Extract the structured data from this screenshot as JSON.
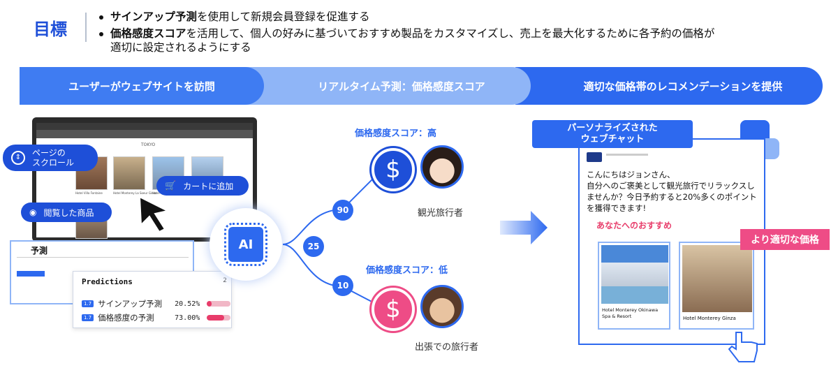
{
  "header": {
    "goal": "目標",
    "bullet1_bold": "サインアップ予測",
    "bullet1_rest": "を使用して新規会員登録を促進する",
    "bullet2_bold": "価格感度スコア",
    "bullet2_rest": "を活用して、個人の好みに基づいておすすめ製品をカスタマイズし、売上を最大化するために各予約の価格が",
    "bullet2_line2": "適切に設定されるようにする"
  },
  "flow": {
    "step1": "ユーザーがウェブサイトを訪問",
    "step2": "リアルタイム予測：価格感度スコア",
    "step3": "適切な価格帯のレコメンデーションを提供"
  },
  "website": {
    "city": "TOKYO",
    "pill_scroll": "ページの\nスクロール",
    "pill_cart": "カートに追加",
    "pill_viewed": "閲覧した商品",
    "hotel_labels": [
      "Hotel Villa Fontaine",
      "Hotel Monterey La Soeur Ginza",
      "Hotel Tokyo"
    ]
  },
  "predictions_panel": {
    "title": "予測",
    "card_title": "Predictions",
    "card_badge": "2",
    "rows": [
      {
        "tag": "1.7",
        "label": "サインアップ予測",
        "value": "20.52%",
        "fill": 0.2052
      },
      {
        "tag": "1.7",
        "label": "価格感度の予測",
        "value": "73.00%",
        "fill": 0.73
      }
    ]
  },
  "ai": {
    "label": "AI"
  },
  "scores": {
    "root": "25",
    "high_node": "90",
    "low_node": "10",
    "high_label": "価格感度スコア：高",
    "low_label": "価格感度スコア：低",
    "high_persona": "観光旅行者",
    "low_persona": "出張での旅行者"
  },
  "chat": {
    "header": "パーソナライズされた\nウェブチャット",
    "greeting": "こんにちはジョンさん、",
    "message": "自分へのご褒美として観光旅行でリラックスしませんか？今日予約すると20%多くのポイントを獲得できます!",
    "recommend": "あなたへのおすすめ",
    "price_tag": "より適切な価格",
    "hotel1": "Hotel Monterey Okinawa Spa & Resort",
    "hotel2": "Hotel Monterey Ginza"
  },
  "colors": {
    "primary": "#2d69ef",
    "light": "#8fb5f7",
    "pink": "#ee4c86"
  }
}
